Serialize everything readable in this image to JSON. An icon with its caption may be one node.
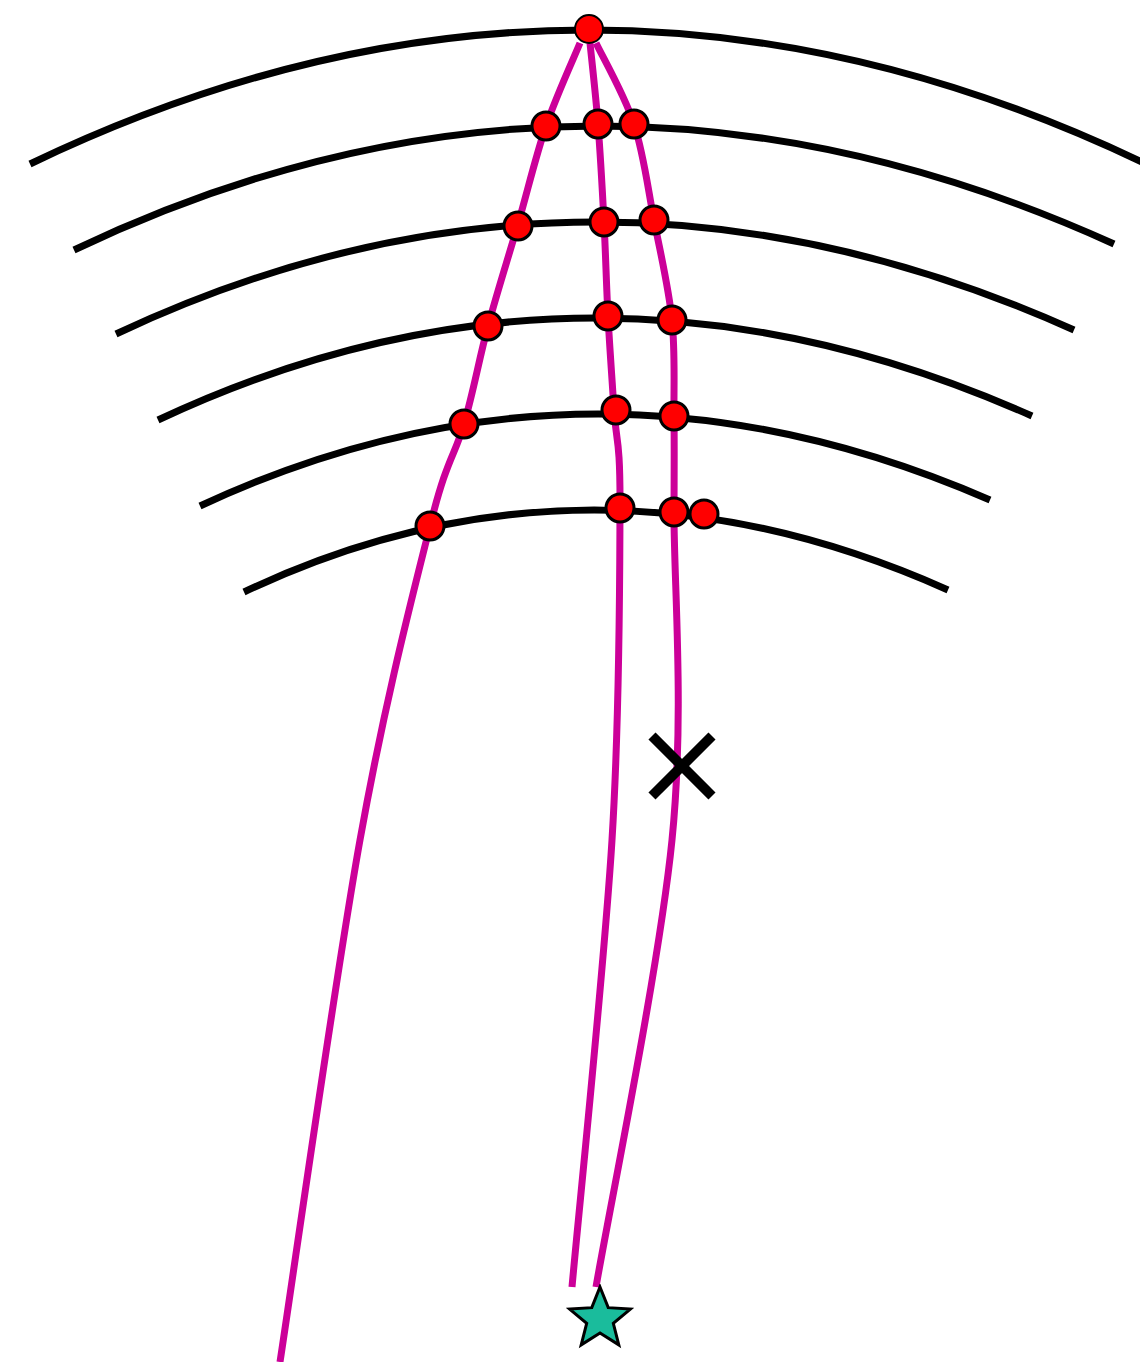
{
  "diagram": {
    "nodes": [
      {
        "text": [],
        "shape": "circle"
      },
      {
        "text": [],
        "shape": "star"
      }
    ],
    "edges": [
      {
        "from": 0,
        "to": null,
        "arrow": "none"
      },
      {
        "from": 0,
        "to": 1,
        "arrow": "none"
      },
      {
        "from": 0,
        "to": 1,
        "arrow": "none"
      }
    ]
  }
}
